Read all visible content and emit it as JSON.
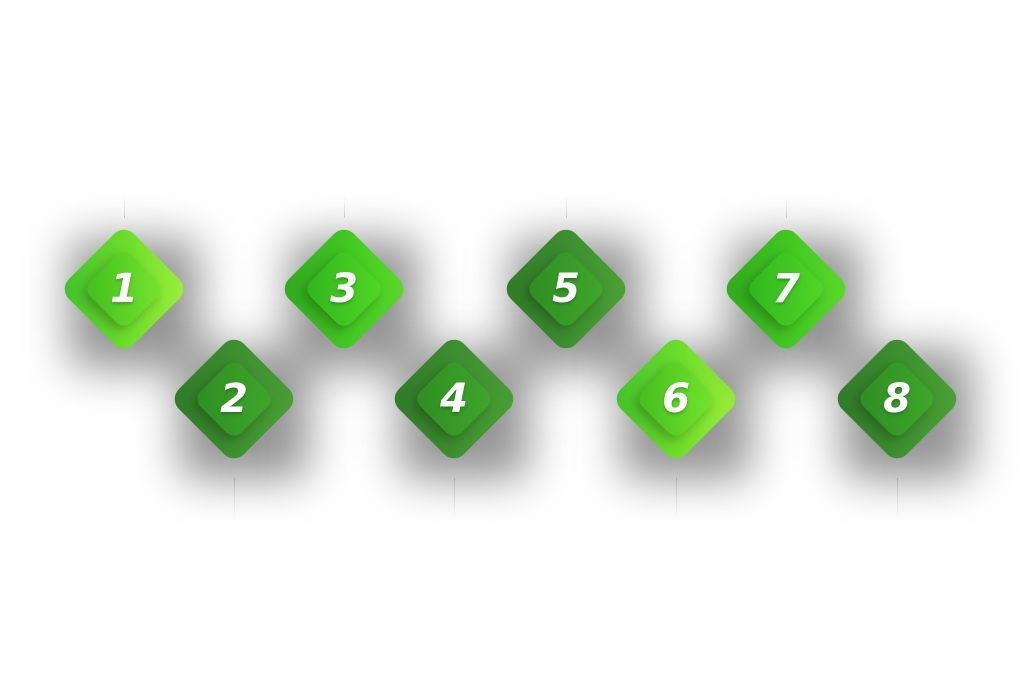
{
  "steps": [
    {
      "label": "1",
      "tone": "light"
    },
    {
      "label": "2",
      "tone": "dark"
    },
    {
      "label": "3",
      "tone": "medium"
    },
    {
      "label": "4",
      "tone": "dark"
    },
    {
      "label": "5",
      "tone": "dark"
    },
    {
      "label": "6",
      "tone": "light"
    },
    {
      "label": "7",
      "tone": "medium"
    },
    {
      "label": "8",
      "tone": "dark"
    }
  ],
  "colors": {
    "light": "#7ee533",
    "medium": "#45cc22",
    "dark": "#3f9330",
    "background": "#ffffff"
  }
}
